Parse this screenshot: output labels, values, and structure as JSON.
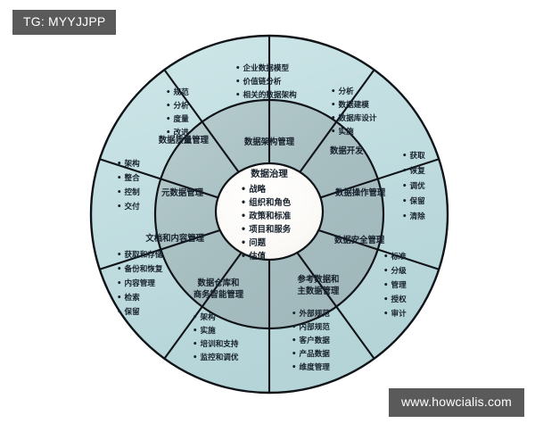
{
  "watermarks": {
    "top_left": "TG: MYYJJPP",
    "bottom_right": "www.howcialis.com"
  },
  "colors": {
    "outer_band": "#c5e0e3",
    "inner_band": "#a9bfc2",
    "center_fill": "#fbfbf9",
    "stroke": "#101418",
    "text": "#16202b",
    "watermark_bg": "#5a5a5a",
    "page_bg": "#ffffff"
  },
  "center": {
    "title": "数据治理",
    "items": [
      "战略",
      "组织和角色",
      "政策和标准",
      "项目和服务",
      "问题",
      "估值"
    ]
  },
  "segments": [
    {
      "id": "data-architecture-management",
      "title": "数据架构管理",
      "items": [
        "企业数据模型",
        "价值链分析",
        "相关的数据架构"
      ]
    },
    {
      "id": "data-development",
      "title": "数据开发",
      "items": [
        "分析",
        "数据建模",
        "数据库设计",
        "实施"
      ]
    },
    {
      "id": "data-operations-management",
      "title": "数据操作管理",
      "items": [
        "获取",
        "恢复",
        "调优",
        "保留",
        "清除"
      ]
    },
    {
      "id": "data-security-management",
      "title": "数据安全管理",
      "items": [
        "标准",
        "分级",
        "管理",
        "授权",
        "审计"
      ]
    },
    {
      "id": "reference-and-master-data-management",
      "title": "参考数据和\n主数据管理",
      "title_line1": "参考数据和",
      "title_line2": "主数据管理",
      "items": [
        "外部规范",
        "内部规范",
        "客户数据",
        "产品数据",
        "维度管理"
      ]
    },
    {
      "id": "data-warehouse-and-bi-management",
      "title": "数据仓库和\n商务智能管理",
      "title_line1": "数据仓库和",
      "title_line2": "商务智能管理",
      "items": [
        "架构",
        "实施",
        "培训和支持",
        "监控和调优"
      ]
    },
    {
      "id": "document-and-content-management",
      "title": "文档和内容管理",
      "items": [
        "获取和存储",
        "备份和恢复",
        "内容管理",
        "检索",
        "保留"
      ]
    },
    {
      "id": "metadata-management",
      "title": "元数据管理",
      "items": [
        "架构",
        "整合",
        "控制",
        "交付"
      ]
    },
    {
      "id": "data-quality-management",
      "title": "数据质量管理",
      "items": [
        "规范",
        "分析",
        "度量",
        "改进"
      ]
    }
  ]
}
